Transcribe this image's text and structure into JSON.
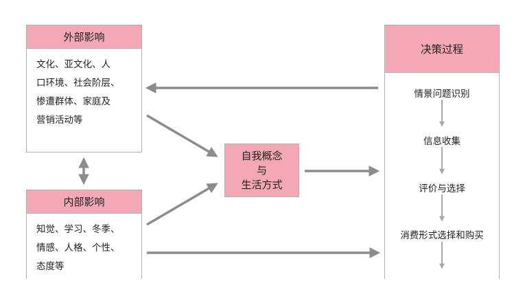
{
  "external": {
    "title": "外部影响",
    "lines": [
      "文化、亚文化、人",
      "口环境、社会阶层、",
      "惨遭群体、家庭及",
      "营销活动等"
    ]
  },
  "internal": {
    "title": "内部影响",
    "lines": [
      "知觉、学习、冬季、",
      "情感、人格、个性、",
      "态度等"
    ]
  },
  "self_concept": {
    "lines": [
      "自我概念",
      "与",
      "生活方式"
    ]
  },
  "decision": {
    "title": "决策过程",
    "steps": [
      "情景问题识别",
      "信息收集",
      "评价与选择",
      "消费形式选择和购买"
    ]
  },
  "colors": {
    "header_fill": "#f4a7b4",
    "border": "#b0b0b0",
    "arrow": "#8c8c8c"
  }
}
